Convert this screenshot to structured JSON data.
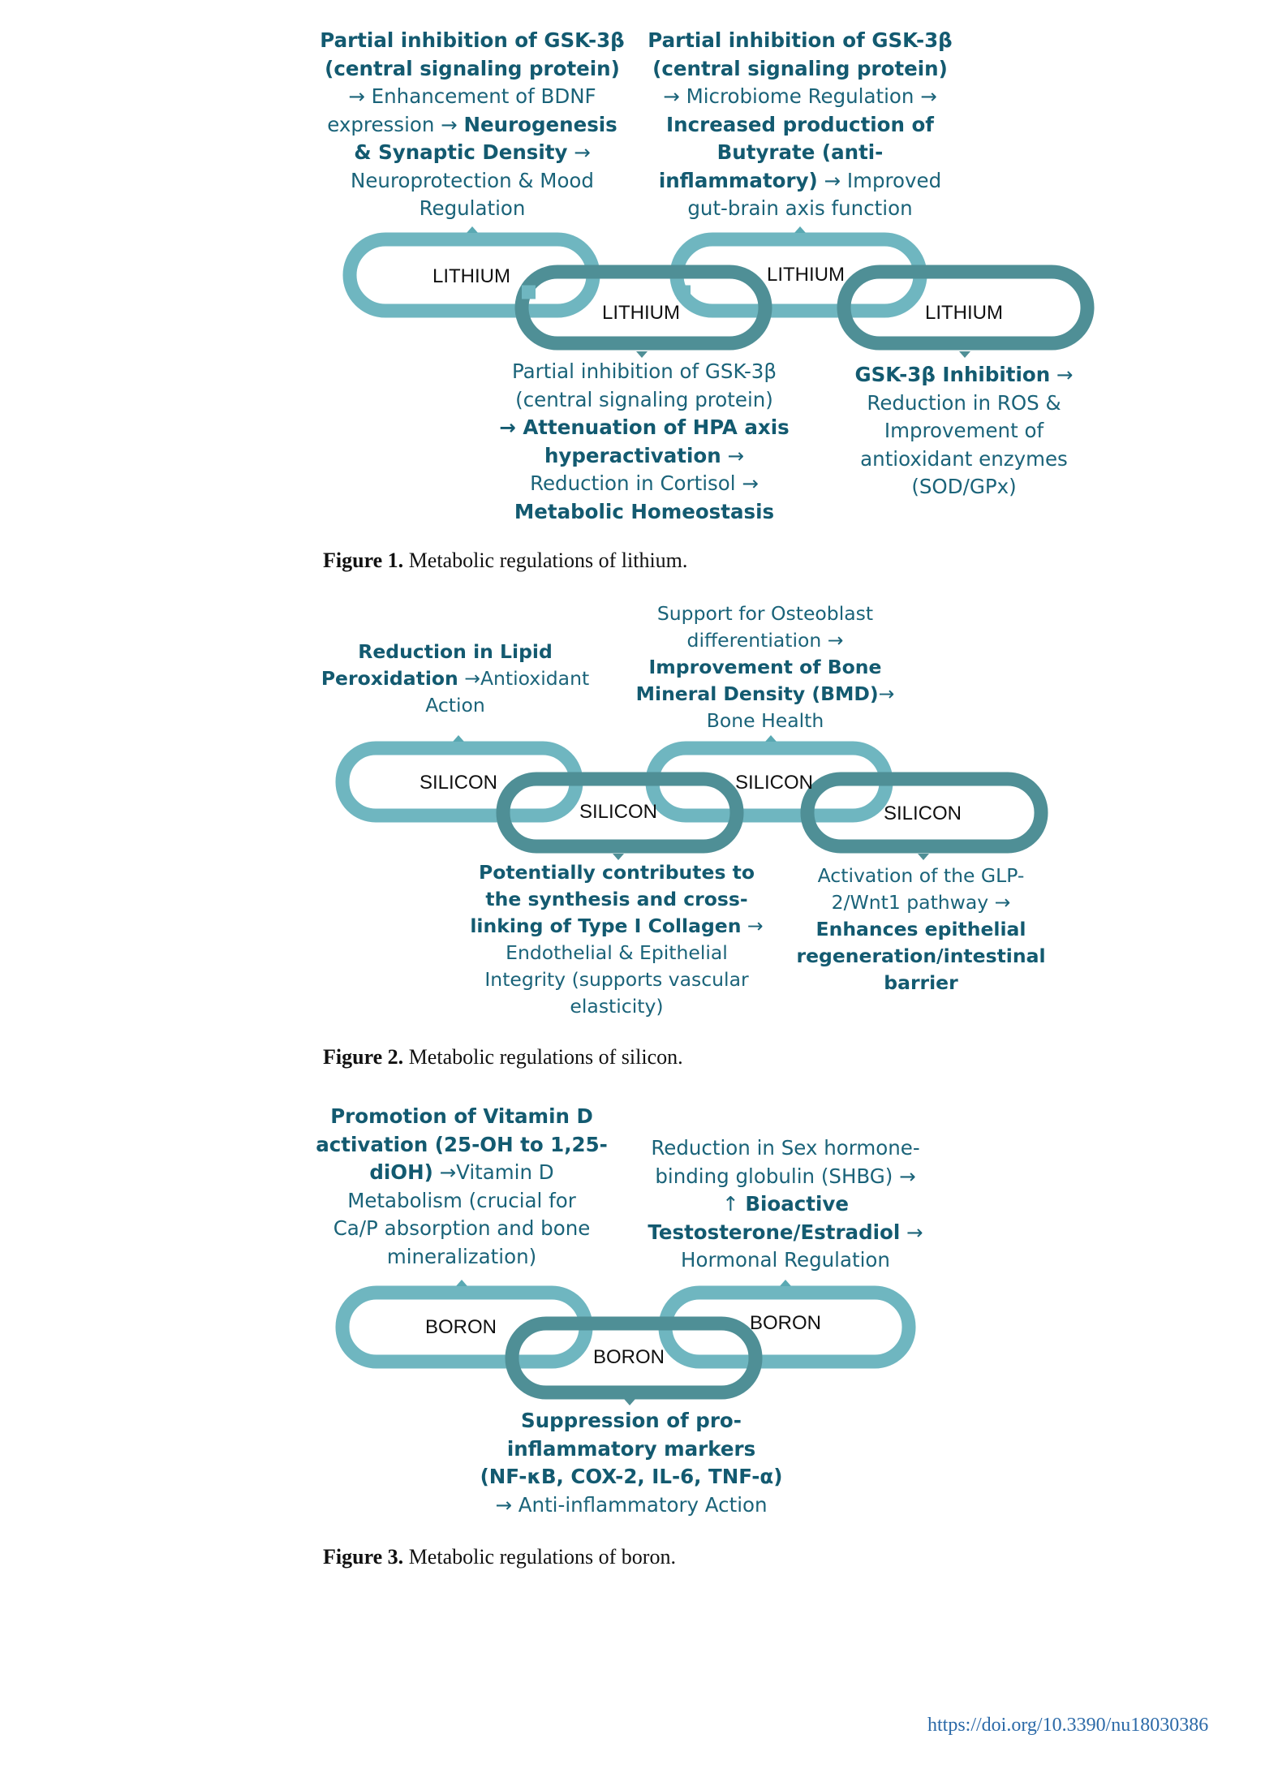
{
  "colors": {
    "text_teal": "#1a6379",
    "link_light": "#6fb6c0",
    "link_dark": "#4f8f96",
    "link_hole": "#ffffff",
    "pointer": "#5aa9b3",
    "doi_blue": "#2c6aa8"
  },
  "fig1": {
    "links": [
      "LITHIUM",
      "LITHIUM",
      "LITHIUM",
      "LITHIUM"
    ],
    "n1": [
      [
        {
          "t": "Partial inhibition of GSK-3β",
          "b": true
        }
      ],
      [
        {
          "t": "(central signaling protein)",
          "b": true
        }
      ],
      [
        {
          "t": "→ Enhancement of BDNF",
          "b": false
        }
      ],
      [
        {
          "t": "expression → ",
          "b": false
        },
        {
          "t": "Neurogenesis",
          "b": true
        }
      ],
      [
        {
          "t": "& Synaptic Density",
          "b": true
        },
        {
          "t": " →",
          "b": false
        }
      ],
      [
        {
          "t": "Neuroprotection & Mood",
          "b": false
        }
      ],
      [
        {
          "t": "Regulation",
          "b": false
        }
      ]
    ],
    "n2": [
      [
        {
          "t": "Partial inhibition of GSK-3β",
          "b": true
        }
      ],
      [
        {
          "t": "(central signaling protein)",
          "b": true
        }
      ],
      [
        {
          "t": "→ Microbiome Regulation →",
          "b": false
        }
      ],
      [
        {
          "t": "Increased production of",
          "b": true
        }
      ],
      [
        {
          "t": "Butyrate (anti-",
          "b": true
        }
      ],
      [
        {
          "t": "inflammatory)",
          "b": true
        },
        {
          "t": " → Improved",
          "b": false
        }
      ],
      [
        {
          "t": "gut-brain axis function",
          "b": false
        }
      ]
    ],
    "n3": [
      [
        {
          "t": "Partial inhibition of GSK-3β",
          "b": false
        }
      ],
      [
        {
          "t": "(central signaling protein)",
          "b": false
        }
      ],
      [
        {
          "t": "→ Attenuation of HPA axis",
          "b": true
        }
      ],
      [
        {
          "t": "hyperactivation",
          "b": true
        },
        {
          "t": " →",
          "b": false
        }
      ],
      [
        {
          "t": "Reduction in Cortisol →",
          "b": false
        }
      ],
      [
        {
          "t": "Metabolic Homeostasis",
          "b": true
        }
      ]
    ],
    "n4": [
      [
        {
          "t": "GSK-3β Inhibition",
          "b": true
        },
        {
          "t": " →",
          "b": false
        }
      ],
      [
        {
          "t": "Reduction in ROS &",
          "b": false
        }
      ],
      [
        {
          "t": "Improvement of",
          "b": false
        }
      ],
      [
        {
          "t": "antioxidant enzymes",
          "b": false
        }
      ],
      [
        {
          "t": "(SOD/GPx)",
          "b": false
        }
      ]
    ],
    "caption_label": "Figure 1.",
    "caption_text": " Metabolic regulations of lithium."
  },
  "fig2": {
    "links": [
      "SILICON",
      "SILICON",
      "SILICON",
      "SILICON"
    ],
    "n1": [
      [
        {
          "t": "Reduction in Lipid",
          "b": true
        }
      ],
      [
        {
          "t": "Peroxidation",
          "b": true
        },
        {
          "t": " →Antioxidant",
          "b": false
        }
      ],
      [
        {
          "t": "Action",
          "b": false
        }
      ]
    ],
    "n2": [
      [
        {
          "t": "Support for Osteoblast",
          "b": false
        }
      ],
      [
        {
          "t": "differentiation →",
          "b": false
        }
      ],
      [
        {
          "t": "Improvement of Bone",
          "b": true
        }
      ],
      [
        {
          "t": "Mineral Density (BMD)",
          "b": true
        },
        {
          "t": "→",
          "b": false
        }
      ],
      [
        {
          "t": "Bone Health",
          "b": false
        }
      ]
    ],
    "n3": [
      [
        {
          "t": "Potentially contributes to",
          "b": true
        }
      ],
      [
        {
          "t": "the synthesis and cross-",
          "b": true
        }
      ],
      [
        {
          "t": "linking of Type I Collagen",
          "b": true
        },
        {
          "t": " →",
          "b": false
        }
      ],
      [
        {
          "t": "Endothelial & Epithelial",
          "b": false
        }
      ],
      [
        {
          "t": "Integrity (supports vascular",
          "b": false
        }
      ],
      [
        {
          "t": "elasticity)",
          "b": false
        }
      ]
    ],
    "n4": [
      [
        {
          "t": "Activation of the GLP-",
          "b": false
        }
      ],
      [
        {
          "t": "2/Wnt1 pathway →",
          "b": false
        }
      ],
      [
        {
          "t": "Enhances epithelial",
          "b": true
        }
      ],
      [
        {
          "t": "regeneration/intestinal",
          "b": true
        }
      ],
      [
        {
          "t": "barrier",
          "b": true
        }
      ]
    ],
    "caption_label": "Figure 2.",
    "caption_text": " Metabolic regulations of silicon."
  },
  "fig3": {
    "links": [
      "BORON",
      "BORON",
      "BORON"
    ],
    "n1": [
      [
        {
          "t": "Promotion of Vitamin D",
          "b": true
        }
      ],
      [
        {
          "t": "activation (25-OH to 1,25-",
          "b": true
        }
      ],
      [
        {
          "t": "diOH)",
          "b": true
        },
        {
          "t": " →Vitamin D",
          "b": false
        }
      ],
      [
        {
          "t": "Metabolism (crucial for",
          "b": false
        }
      ],
      [
        {
          "t": "Ca/P absorption and bone",
          "b": false
        }
      ],
      [
        {
          "t": "mineralization)",
          "b": false
        }
      ]
    ],
    "n2": [
      [
        {
          "t": "Reduction in Sex hormone-",
          "b": false
        }
      ],
      [
        {
          "t": "binding globulin (SHBG) →",
          "b": false
        }
      ],
      [
        {
          "t": "↑ ",
          "b": false
        },
        {
          "t": "Bioactive",
          "b": true
        }
      ],
      [
        {
          "t": "Testosterone/Estradiol",
          "b": true
        },
        {
          "t": " →",
          "b": false
        }
      ],
      [
        {
          "t": "Hormonal Regulation",
          "b": false
        }
      ]
    ],
    "n3": [
      [
        {
          "t": "Suppression of pro-",
          "b": true
        }
      ],
      [
        {
          "t": "inflammatory markers",
          "b": true
        }
      ],
      [
        {
          "t": "(NF-κB, COX-2, IL-6, TNF-α)",
          "b": true
        }
      ],
      [
        {
          "t": "→ Anti-inflammatory Action",
          "b": false
        }
      ]
    ],
    "caption_label": "Figure 3.",
    "caption_text": " Metabolic regulations of boron."
  },
  "footer": {
    "doi": "https://doi.org/10.3390/nu18030386"
  }
}
